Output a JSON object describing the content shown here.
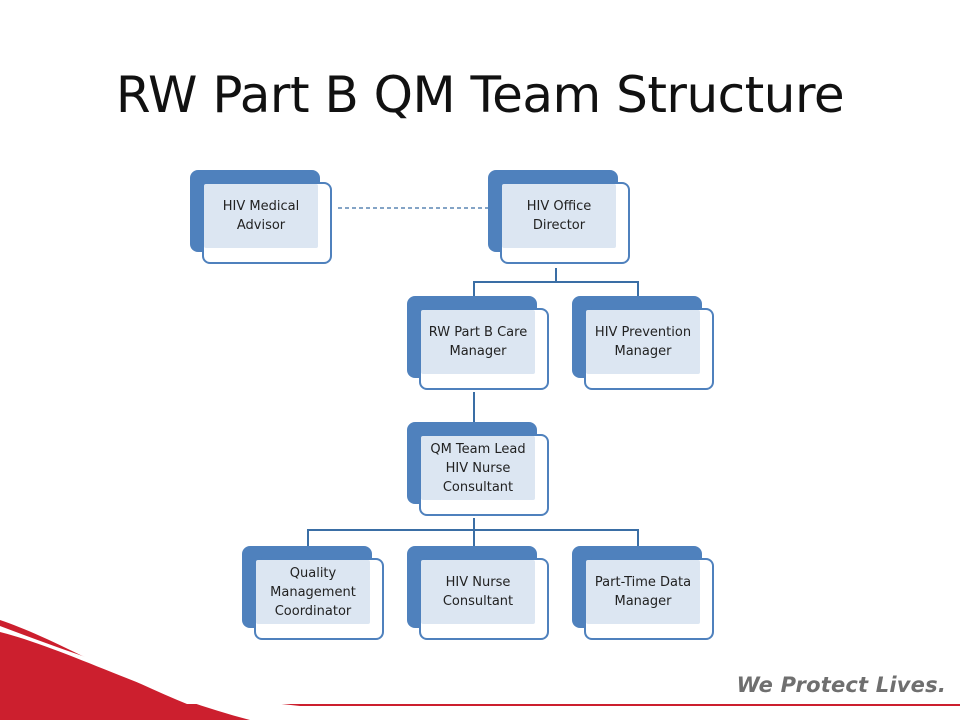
{
  "title": "RW Part B QM Team Structure",
  "colors": {
    "box_fill": "#4f81bd",
    "box_inner": "#dce6f2",
    "connector": "#3a6ea5",
    "swoosh_red": "#cc1f2e",
    "tagline": "#6f6f6f"
  },
  "nodes": {
    "medical_advisor": "HIV Medical\nAdvisor",
    "office_director": "HIV Office\nDirector",
    "care_manager": "RW Part B Care\nManager",
    "prevention_manager": "HIV Prevention\nManager",
    "qm_team_lead": "QM Team Lead\nHIV Nurse\nConsultant",
    "quality_coordinator": "Quality\nManagement\nCoordinator",
    "nurse_consultant": "HIV Nurse\nConsultant",
    "data_manager": "Part-Time Data\nManager"
  },
  "footer": {
    "tagline": "We Protect Lives."
  }
}
